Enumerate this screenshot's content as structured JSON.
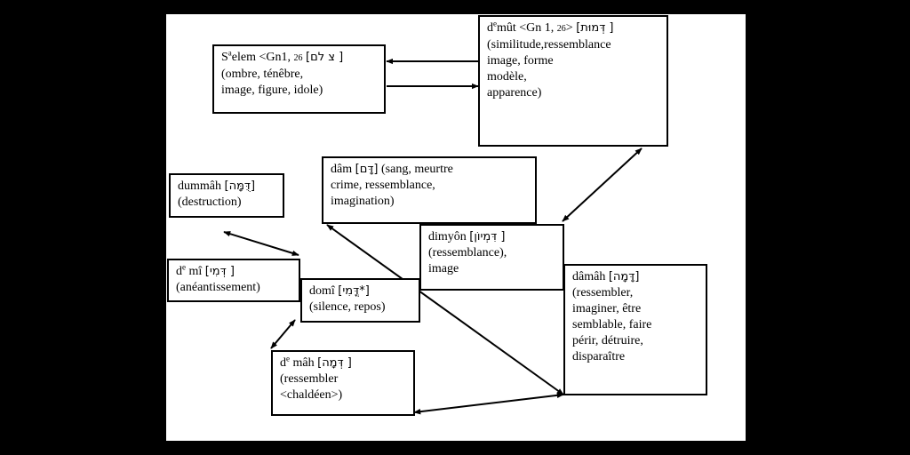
{
  "colors": {
    "background": "#000000",
    "canvas": "#ffffff",
    "ink": "#000000"
  },
  "nodes": {
    "selem": {
      "head": {
        "a": "S",
        "sup": "a",
        "b": "elem <Gn1, ",
        "ref": "26",
        "heb": "[צ לם ]"
      },
      "lines": [
        "(ombre, ténêbre,",
        "image, figure, idole)"
      ]
    },
    "demut": {
      "head": {
        "a": "d",
        "sup": "e",
        "b": "mût <Gn 1, ",
        "ref": "26",
        "c": ">",
        "heb": "[דְּמוּת ]"
      },
      "lines": [
        "(similitude,ressemblance",
        "image, forme",
        "modèle,",
        "apparence)"
      ]
    },
    "dam": {
      "head": {
        "a": "dâm ",
        "heb": "[דָּם]",
        "b": " (sang, meurtre"
      },
      "lines": [
        "crime, ressemblance,",
        "imagination)"
      ]
    },
    "dumma": {
      "head": {
        "a": "dummâh ",
        "heb": "[דֻּמָּה]"
      },
      "lines": [
        "(destruction)"
      ]
    },
    "dimyon": {
      "head": {
        "a": "dimyôn ",
        "heb": "[דִּמְיוֹן ]"
      },
      "lines": [
        "(ressemblance),",
        "image"
      ]
    },
    "demi": {
      "head": {
        "a": "d",
        "sup": "e",
        "b": " mî ",
        "heb": "[דְּמִי ]"
      },
      "lines": [
        "(anéantissement)"
      ]
    },
    "domi": {
      "head": {
        "a": "domî ",
        "heb": "[דֳּמִי*]"
      },
      "lines": [
        "(silence, repos)"
      ]
    },
    "dama": {
      "head": {
        "a": "dâmâh ",
        "heb": "[דָּמָה]"
      },
      "lines": [
        "(ressembler,",
        "imaginer, être",
        "semblable, faire",
        "périr, détruire,",
        "disparaître"
      ]
    },
    "demah": {
      "head": {
        "a": "d",
        "sup": "e",
        "b": " mâh ",
        "heb": "[דְּמָה ]"
      },
      "lines": [
        "(ressembler",
        "<chaldéen>)"
      ]
    }
  }
}
